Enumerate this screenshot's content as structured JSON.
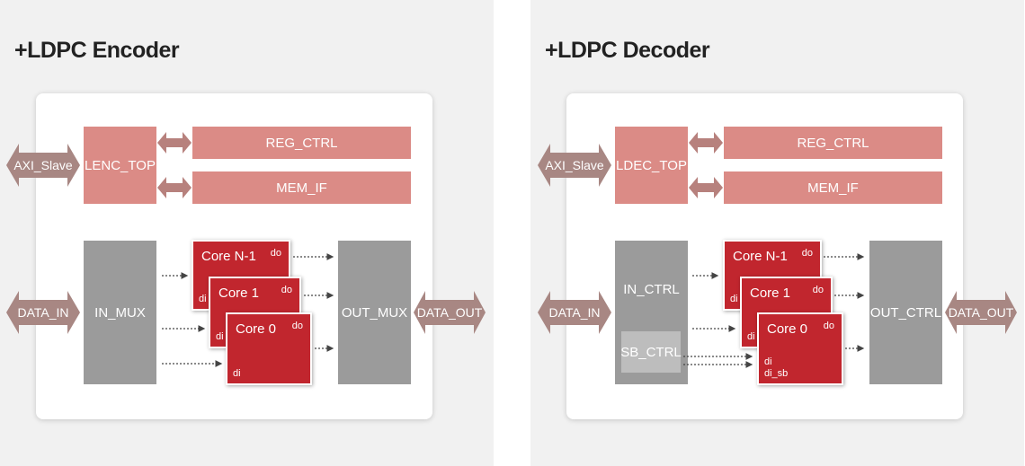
{
  "encoder": {
    "title": "+LDPC Encoder",
    "axi_label": "AXI_Slave",
    "top_label": "LENC_TOP",
    "reg_ctrl": "REG_CTRL",
    "mem_if": "MEM_IF",
    "data_in": "DATA_IN",
    "in_block": "IN_MUX",
    "out_block": "OUT_MUX",
    "data_out": "DATA_OUT",
    "cores": [
      {
        "name": "Core N-1",
        "do": "do",
        "di": "di"
      },
      {
        "name": "Core 1",
        "do": "do",
        "di": "di"
      },
      {
        "name": "Core 0",
        "do": "do",
        "di": "di"
      }
    ]
  },
  "decoder": {
    "title": "+LDPC Decoder",
    "axi_label": "AXI_Slave",
    "top_label": "LDEC_TOP",
    "reg_ctrl": "REG_CTRL",
    "mem_if": "MEM_IF",
    "data_in": "DATA_IN",
    "in_block": "IN_CTRL",
    "sb_block": "SB_CTRL",
    "out_block": "OUT_CTRL",
    "data_out": "DATA_OUT",
    "cores": [
      {
        "name": "Core N-1",
        "do": "do",
        "di": "di"
      },
      {
        "name": "Core 1",
        "do": "do",
        "di": "di"
      },
      {
        "name": "Core 0",
        "do": "do",
        "di": "di",
        "di2": "di_sb"
      }
    ]
  },
  "colors": {
    "panel_bg": "#f1f1f1",
    "card_bg": "#ffffff",
    "pink_block": "#db8b86",
    "gray_block": "#9b9b9b",
    "core_red": "#c1262e",
    "external_arrow": "#a88783",
    "bus_arrow": "#b7817d"
  }
}
